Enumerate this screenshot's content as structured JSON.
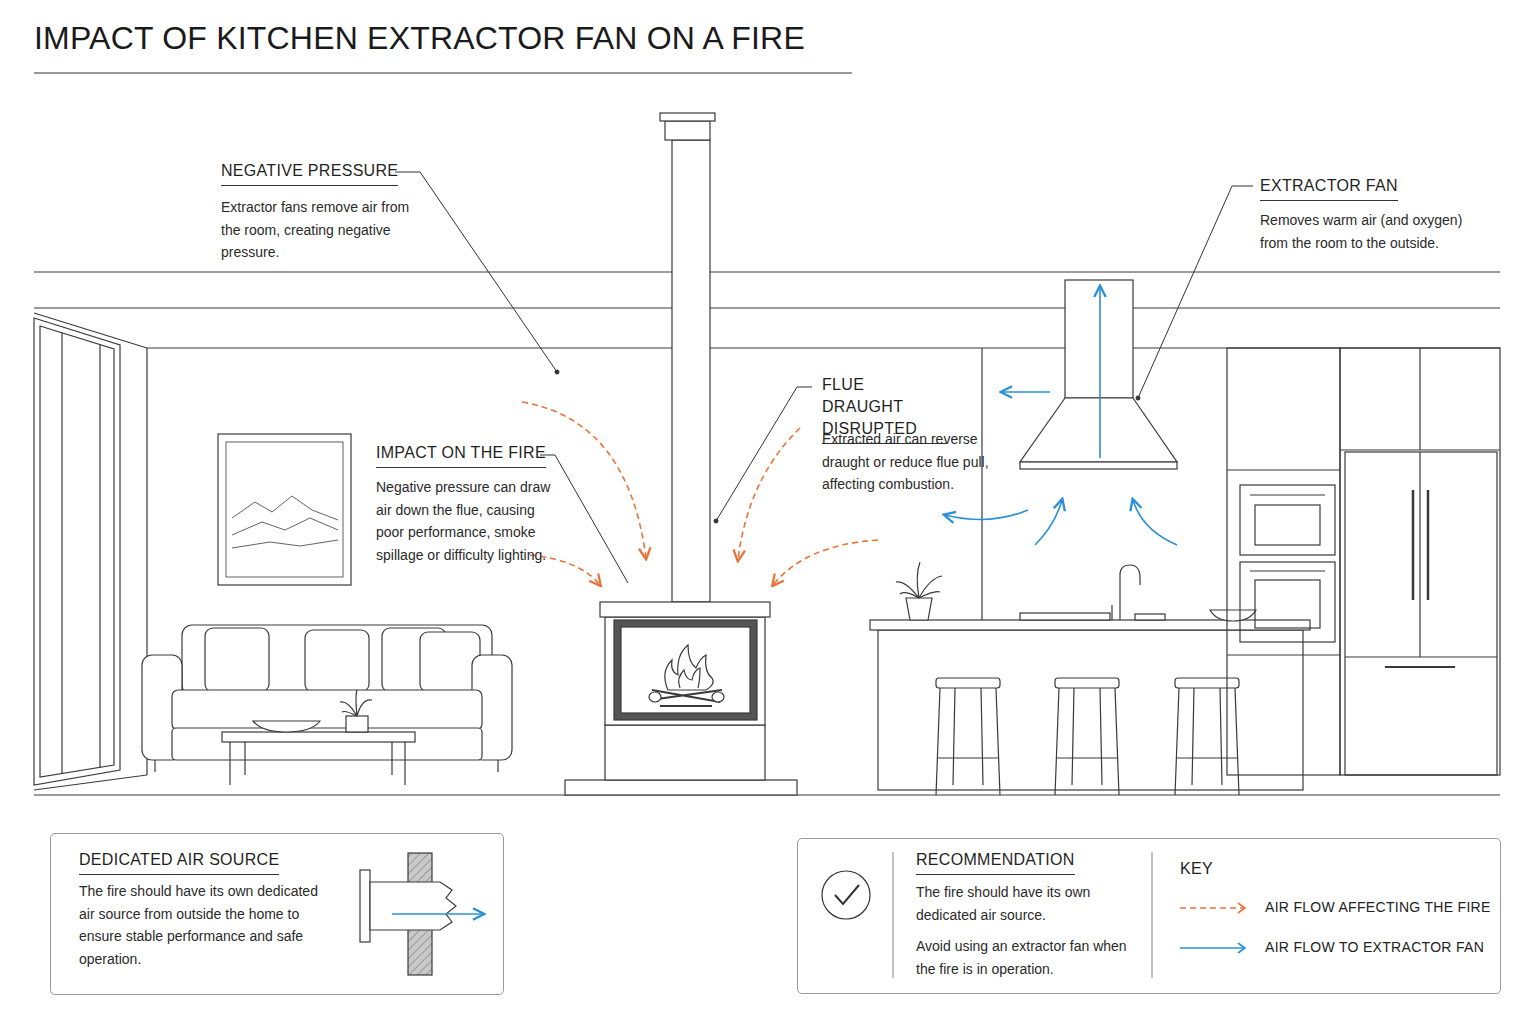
{
  "diagram": {
    "title": "IMPACT OF KITCHEN EXTRACTOR FAN ON A FIRE",
    "nodes": [
      {
        "text": [
          "DEDICATED AIR SOURCE",
          "The fire should have its own dedicated air source from outside the home to ensure stable performance and safe operation."
        ]
      },
      {
        "text": [
          "RECOMMENDATION",
          "The fire should have its own dedicated air source.",
          "Avoid using an extractor fan when the fire is in operation."
        ]
      }
    ],
    "labels": [
      "NEGATIVE PRESSURE",
      "Extractor fans remove air from the room, creating negative pressure.",
      "EXTRACTOR FAN",
      "Removes warm air (and oxygen) from the room to the outside.",
      "IMPACT ON THE FIRE",
      "Negative pressure can draw air down the flue, causing poor performance, smoke spillage or difficulty lighting.",
      "FLUE DRAUGHT DISRUPTED",
      "Extracted air can reverse draught or reduce flue pull, affecting combustion.",
      "KEY"
    ],
    "legend": [
      {
        "text": "AIR FLOW AFFECTING THE FIRE"
      },
      {
        "text": "AIR FLOW TO EXTRACTOR FAN"
      }
    ]
  }
}
